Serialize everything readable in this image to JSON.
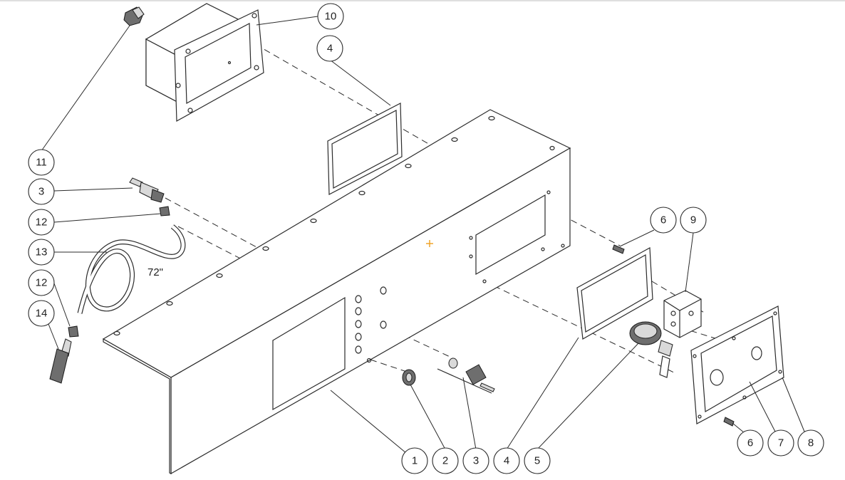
{
  "callouts": [
    "1",
    "2",
    "3",
    "4",
    "5",
    "6",
    "6",
    "7",
    "8",
    "9",
    "10",
    "11",
    "3",
    "12",
    "13",
    "12",
    "14",
    "4"
  ],
  "cable_length_label": "72\"",
  "colors": {
    "line": "#2b2b2b",
    "background": "#ffffff",
    "marker": "#f0a020"
  },
  "icons": {
    "center_marker": "plus-crosshair-icon"
  }
}
